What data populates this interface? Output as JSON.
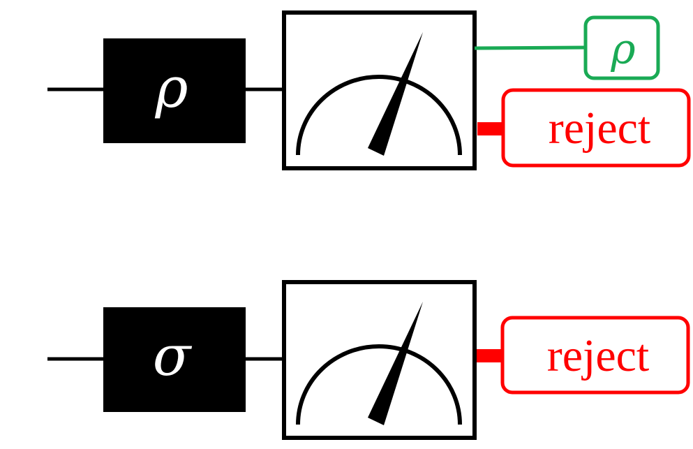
{
  "colors": {
    "wire": "#000000",
    "state_box": "#000000",
    "state_text": "#ffffff",
    "accept": "#1aaa55",
    "reject": "#ff0000"
  },
  "circuit_top": {
    "state_label": "ρ",
    "accept_output": "ρ",
    "reject_output": "reject"
  },
  "circuit_bottom": {
    "state_label": "σ",
    "reject_output": "reject"
  },
  "icons": [
    "measurement-meter-icon",
    "measurement-meter-icon"
  ]
}
